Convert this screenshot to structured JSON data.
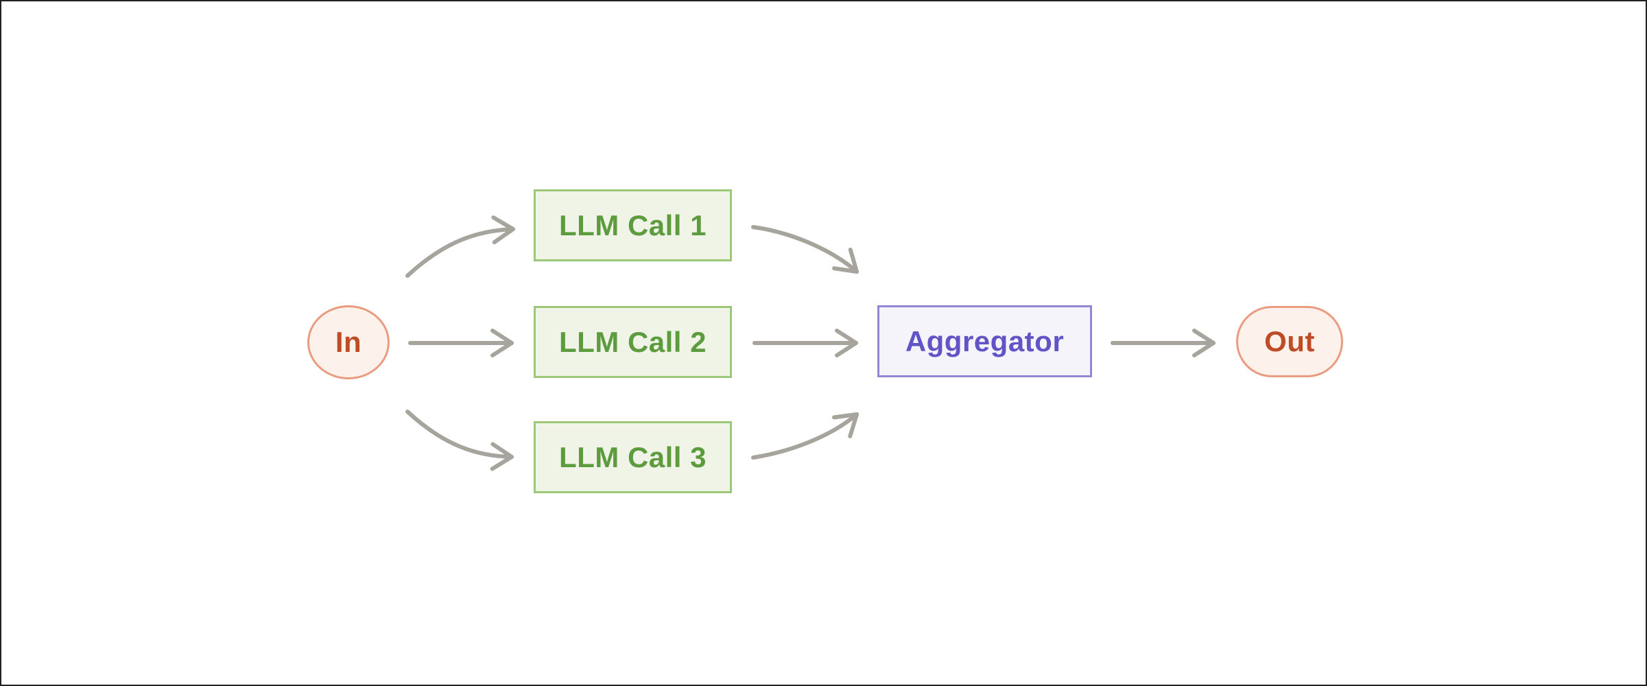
{
  "diagram": {
    "name": "parallelization-workflow",
    "nodes": {
      "in": {
        "label": "In",
        "type": "input-terminal"
      },
      "llm1": {
        "label": "LLM Call 1",
        "type": "llm-call"
      },
      "llm2": {
        "label": "LLM Call 2",
        "type": "llm-call"
      },
      "llm3": {
        "label": "LLM Call 3",
        "type": "llm-call"
      },
      "aggregator": {
        "label": "Aggregator",
        "type": "aggregator"
      },
      "out": {
        "label": "Out",
        "type": "output-terminal"
      }
    },
    "edges": [
      {
        "from": "in",
        "to": "llm1"
      },
      {
        "from": "in",
        "to": "llm2"
      },
      {
        "from": "in",
        "to": "llm3"
      },
      {
        "from": "llm1",
        "to": "aggregator"
      },
      {
        "from": "llm2",
        "to": "aggregator"
      },
      {
        "from": "llm3",
        "to": "aggregator"
      },
      {
        "from": "aggregator",
        "to": "out"
      }
    ],
    "colors": {
      "background": "#ffffff",
      "arrow": "#a6a49c",
      "terminal_fill": "#fcf1eb",
      "terminal_border": "#ea9c80",
      "terminal_text": "#bf4b27",
      "llm_fill": "#eff4e7",
      "llm_border": "#9cc878",
      "llm_text": "#5d9c3e",
      "aggregator_fill": "#f5f4fb",
      "aggregator_border": "#9187d3",
      "aggregator_text": "#6154c6"
    }
  }
}
